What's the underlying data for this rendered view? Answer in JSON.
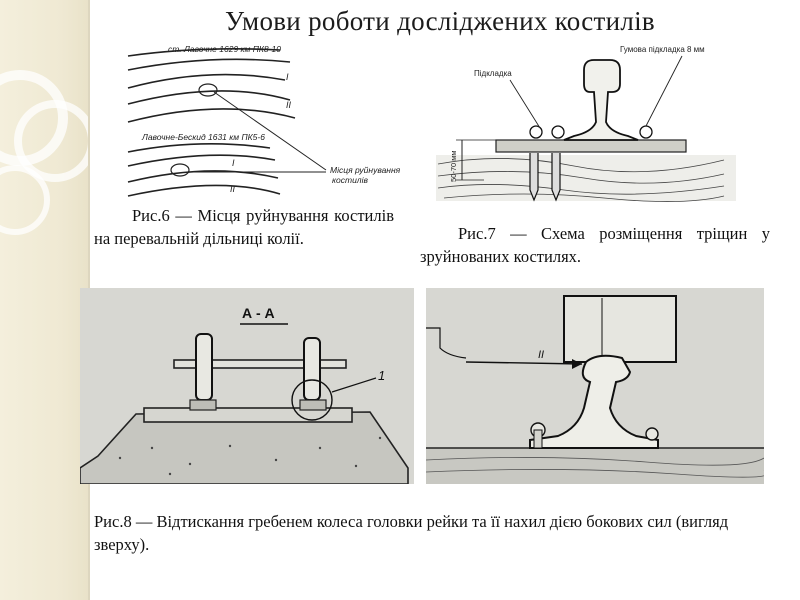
{
  "title": "Умови роботи досліджених костилів",
  "fig6": {
    "caption": "Рис.6 — Місця руйнування костилів на перевальній дільниці колії.",
    "label_top": "ст. Лавочне 1629 км ПК8-10",
    "label_bottom": "Лавочне-Бескид 1631 км ПК5-6",
    "track_i": "I",
    "track_ii": "II",
    "place_line1": "Місця руйнування",
    "place_line2": "костилів"
  },
  "fig7": {
    "caption": "Рис.7 — Схема розміщення тріщин у зруйнованих костилях.",
    "label_plate": "Підкладка",
    "label_rubber": "Гумова підкладка 8 мм",
    "label_dim": "50-70 мм"
  },
  "fig8": {
    "caption": "Рис.8 — Відтискання гребенем колеса головки рейки та її нахил дією бокових сил (вигляд зверху).",
    "section_label": "А - А",
    "callout_1": "1",
    "arrow_label": "II"
  }
}
